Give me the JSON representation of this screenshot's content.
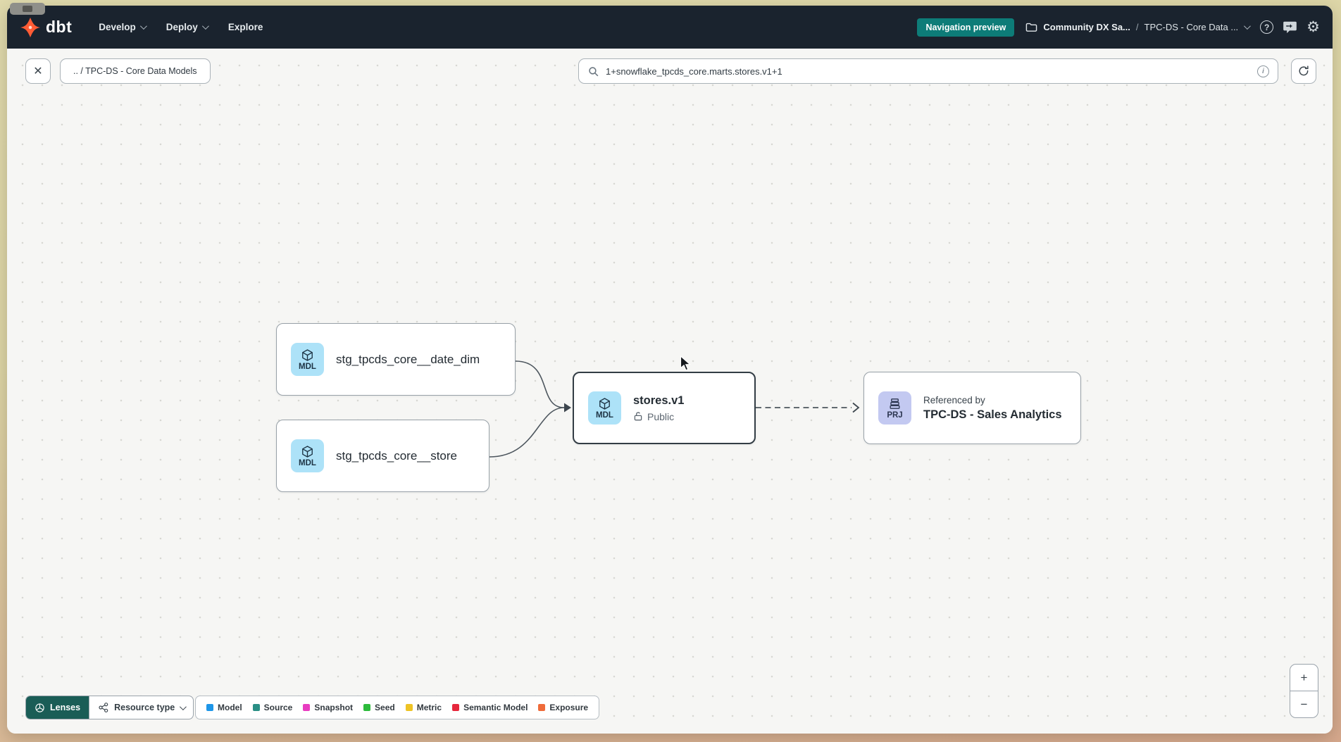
{
  "brand": {
    "name": "dbt"
  },
  "nav": {
    "items": [
      {
        "label": "Develop"
      },
      {
        "label": "Deploy"
      },
      {
        "label": "Explore"
      }
    ],
    "preview_badge": "Navigation preview",
    "breadcrumb": {
      "account": "Community DX Sa...",
      "separator": "/",
      "project": "TPC-DS - Core Data ..."
    },
    "help_glyph": "?",
    "gear_glyph": "⚙"
  },
  "toolbar": {
    "close_glyph": "✕",
    "path_chip": ".. / TPC-DS - Core Data Models",
    "search_value": "1+snowflake_tpcds_core.marts.stores.v1+1",
    "info_glyph": "i"
  },
  "graph": {
    "nodes": [
      {
        "badge": "MDL",
        "label": "stg_tpcds_core__date_dim"
      },
      {
        "badge": "MDL",
        "label": "stg_tpcds_core__store"
      },
      {
        "badge": "MDL",
        "label": "stores.v1",
        "visibility": "Public",
        "selected": true
      },
      {
        "badge": "PRJ",
        "kicker": "Referenced by",
        "label": "TPC-DS - Sales Analytics"
      }
    ]
  },
  "footer": {
    "lenses_label": "Lenses",
    "resource_type_label": "Resource type",
    "legend": [
      {
        "label": "Model",
        "color": "#1e96e8"
      },
      {
        "label": "Source",
        "color": "#2a8f85"
      },
      {
        "label": "Snapshot",
        "color": "#e83cc0"
      },
      {
        "label": "Seed",
        "color": "#2dbb3c"
      },
      {
        "label": "Metric",
        "color": "#eec325"
      },
      {
        "label": "Semantic Model",
        "color": "#e6273c"
      },
      {
        "label": "Exposure",
        "color": "#ef6b3a"
      }
    ]
  },
  "zoom": {
    "plus": "+",
    "minus": "−"
  },
  "colors": {
    "accent_teal": "#0d7c78",
    "lenses_teal": "#1a5d56",
    "brand_orange": "#ff5c35",
    "mdl_badge": "#ade2f8",
    "prj_badge": "#c3c9f1"
  }
}
